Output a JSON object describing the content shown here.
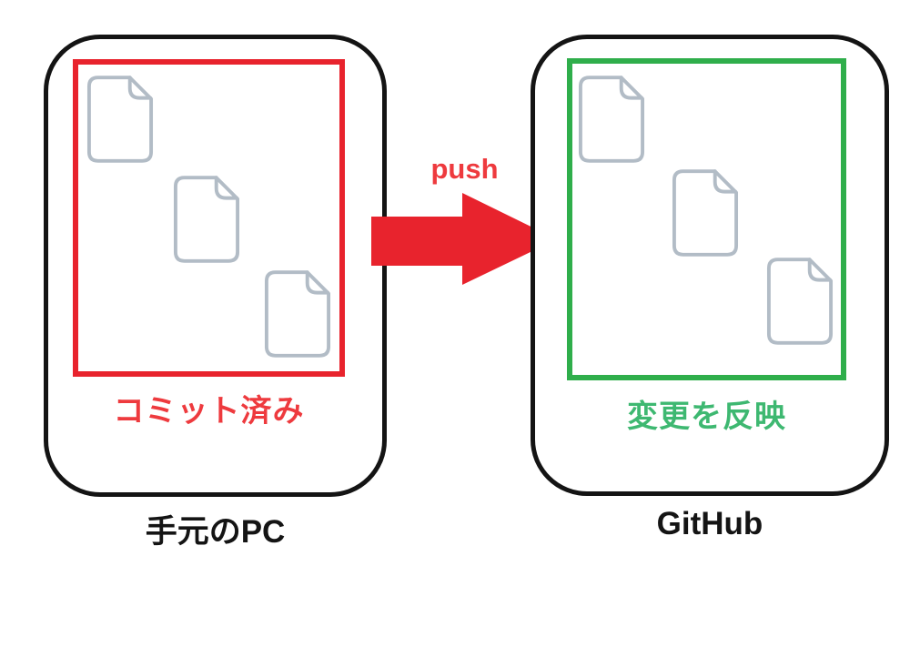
{
  "colors": {
    "ink": "#141414",
    "red": "#e8232d",
    "red_text": "#ee3a3e",
    "green": "#2fae4b",
    "green_text": "#3eb871",
    "doc_stroke": "#b2bcc6"
  },
  "left_panel": {
    "title": "手元のPC",
    "box_label": "コミット済み",
    "document_count": 3
  },
  "arrow": {
    "label": "push"
  },
  "right_panel": {
    "title": "GitHub",
    "box_label": "変更を反映",
    "document_count": 3
  }
}
